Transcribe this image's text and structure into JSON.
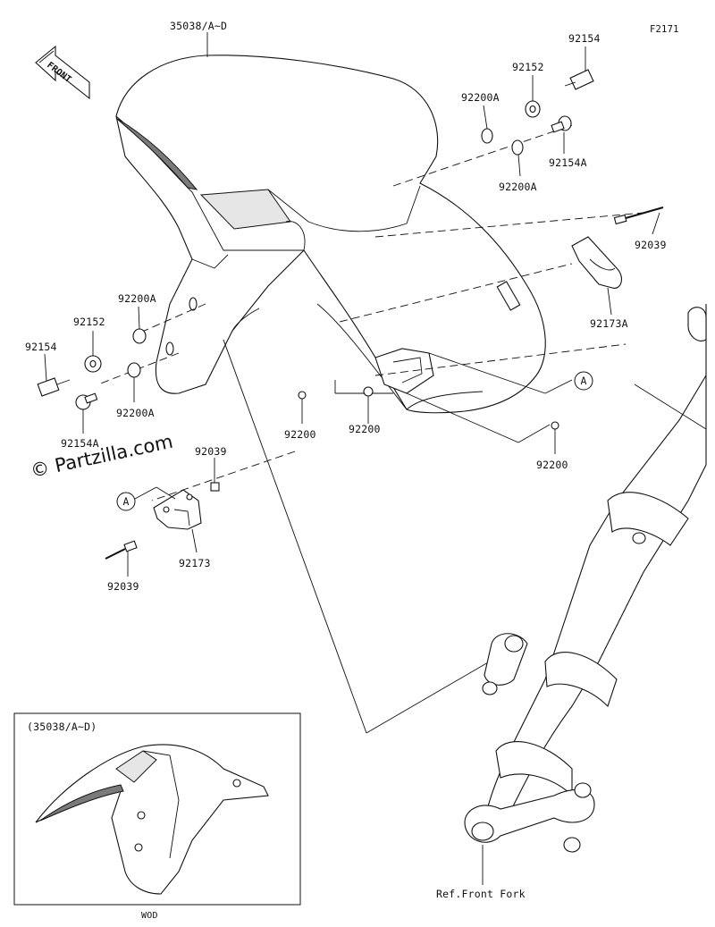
{
  "figure_id": "F2171",
  "watermark": "© Partzilla.com",
  "front_label": "FRONT",
  "parts": [
    {
      "id": "fender",
      "number": "35038/A~D"
    },
    {
      "id": "bolt-right",
      "number": "92154"
    },
    {
      "id": "washer-right",
      "number": "92152"
    },
    {
      "id": "ring-right-upper",
      "number": "92200A"
    },
    {
      "id": "bolt-right-short",
      "number": "92154A"
    },
    {
      "id": "ring-right-lower",
      "number": "92200A"
    },
    {
      "id": "pin-right",
      "number": "92039"
    },
    {
      "id": "clamp-right",
      "number": "92173A"
    },
    {
      "id": "ring-left-upper",
      "number": "92200A"
    },
    {
      "id": "washer-left",
      "number": "92152"
    },
    {
      "id": "bolt-left",
      "number": "92154"
    },
    {
      "id": "ring-left-lower",
      "number": "92200A"
    },
    {
      "id": "bolt-left-short",
      "number": "92154A"
    },
    {
      "id": "grommet-a",
      "number": "92200"
    },
    {
      "id": "grommet-b",
      "number": "92200"
    },
    {
      "id": "grommet-c",
      "number": "92200"
    },
    {
      "id": "pin-left-upper",
      "number": "92039"
    },
    {
      "id": "clamp-left",
      "number": "92173"
    },
    {
      "id": "pin-left-lower",
      "number": "92039"
    }
  ],
  "callouts": [
    "A",
    "A"
  ],
  "inset": {
    "title": "(35038/A~D)",
    "caption": "WOD"
  },
  "reference": "Ref.Front Fork"
}
